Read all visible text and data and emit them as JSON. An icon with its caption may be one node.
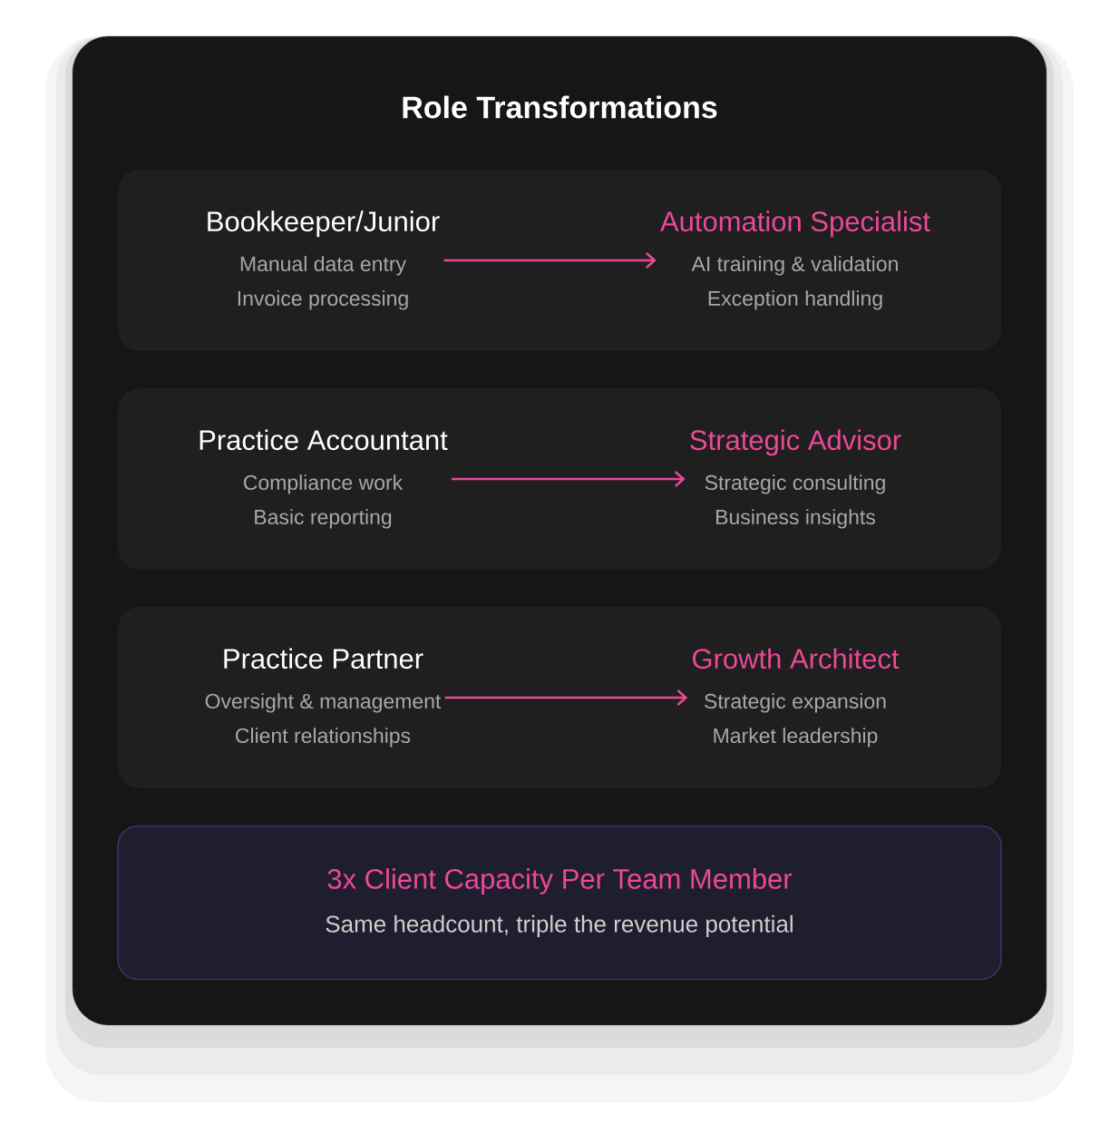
{
  "diagram": {
    "title": "Role Transformations",
    "nodes": [
      {
        "text": [],
        "shape": "box"
      },
      {
        "text": [
          "Bookkeeper/Junior",
          "Manual data entry",
          "Invoice processing"
        ],
        "in": 0
      },
      {
        "text": [
          "Automation Specialist",
          "AI training & validation",
          "Exception handling"
        ],
        "in": 0
      },
      {
        "text": [],
        "shape": "box"
      },
      {
        "text": [
          "Practice Accountant",
          "Compliance work",
          "Basic reporting"
        ],
        "in": 3
      },
      {
        "text": [
          "Strategic Advisor",
          "Strategic consulting",
          "Business insights"
        ],
        "in": 3
      },
      {
        "text": [],
        "shape": "box"
      },
      {
        "text": [
          "Practice Partner",
          "Oversight & management",
          "Client relationships"
        ],
        "in": 6
      },
      {
        "text": [
          "Growth Architect",
          "Strategic expansion",
          "Market leadership"
        ],
        "in": 6
      },
      {
        "text": [
          "3x Client Capacity Per Team Member",
          "Same headcount, triple the revenue potential"
        ]
      }
    ],
    "edges": [
      {
        "from": 1,
        "to": 2,
        "arrow": "to"
      },
      {
        "from": 4,
        "to": 5,
        "arrow": "to"
      },
      {
        "from": 7,
        "to": 8,
        "arrow": "to"
      }
    ]
  }
}
